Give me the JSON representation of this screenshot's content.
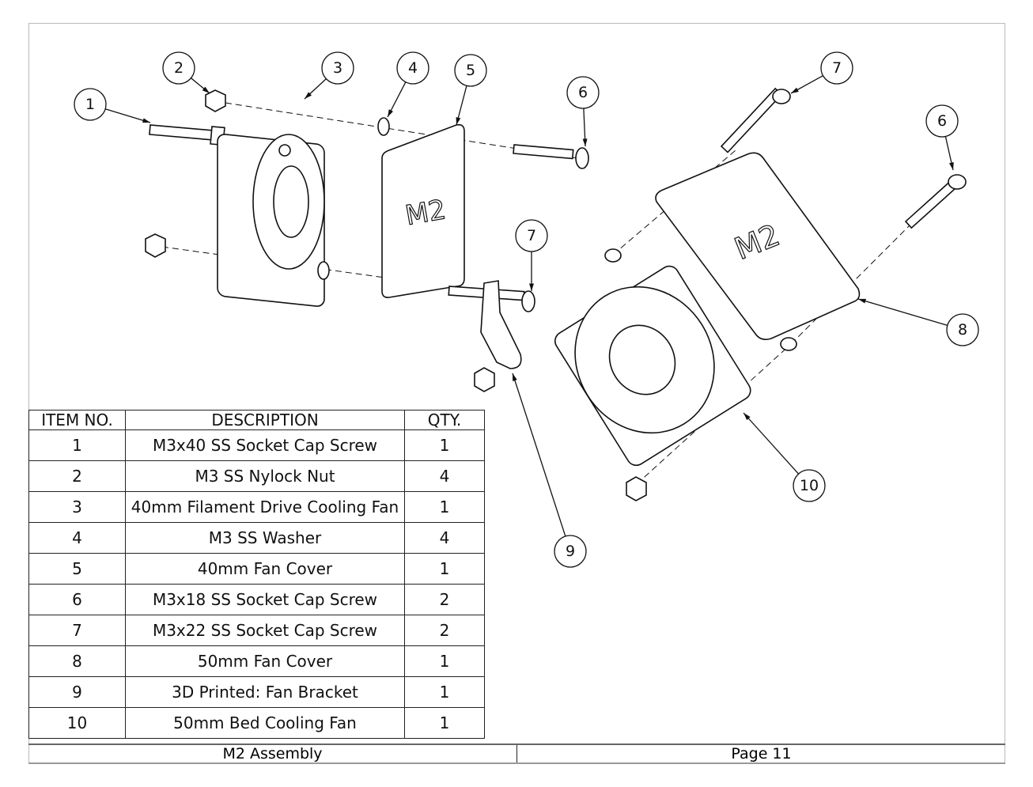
{
  "drawing": {
    "logo_text": "M2",
    "balloons": [
      "1",
      "2",
      "3",
      "4",
      "5",
      "6",
      "7",
      "6",
      "7",
      "8",
      "9",
      "10"
    ]
  },
  "bom": {
    "headers": {
      "item": "ITEM NO.",
      "description": "DESCRIPTION",
      "qty": "QTY."
    },
    "rows": [
      {
        "item": "1",
        "description": "M3x40 SS Socket Cap Screw",
        "qty": "1"
      },
      {
        "item": "2",
        "description": "M3 SS Nylock Nut",
        "qty": "4"
      },
      {
        "item": "3",
        "description": "40mm Filament Drive Cooling Fan",
        "qty": "1"
      },
      {
        "item": "4",
        "description": "M3 SS Washer",
        "qty": "4"
      },
      {
        "item": "5",
        "description": "40mm Fan Cover",
        "qty": "1"
      },
      {
        "item": "6",
        "description": "M3x18 SS Socket Cap Screw",
        "qty": "2"
      },
      {
        "item": "7",
        "description": "M3x22 SS Socket Cap Screw",
        "qty": "2"
      },
      {
        "item": "8",
        "description": "50mm Fan Cover",
        "qty": "1"
      },
      {
        "item": "9",
        "description": "3D Printed: Fan Bracket",
        "qty": "1"
      },
      {
        "item": "10",
        "description": "50mm Bed Cooling Fan",
        "qty": "1"
      }
    ]
  },
  "footer": {
    "title": "M2 Assembly",
    "page": "Page 11"
  }
}
